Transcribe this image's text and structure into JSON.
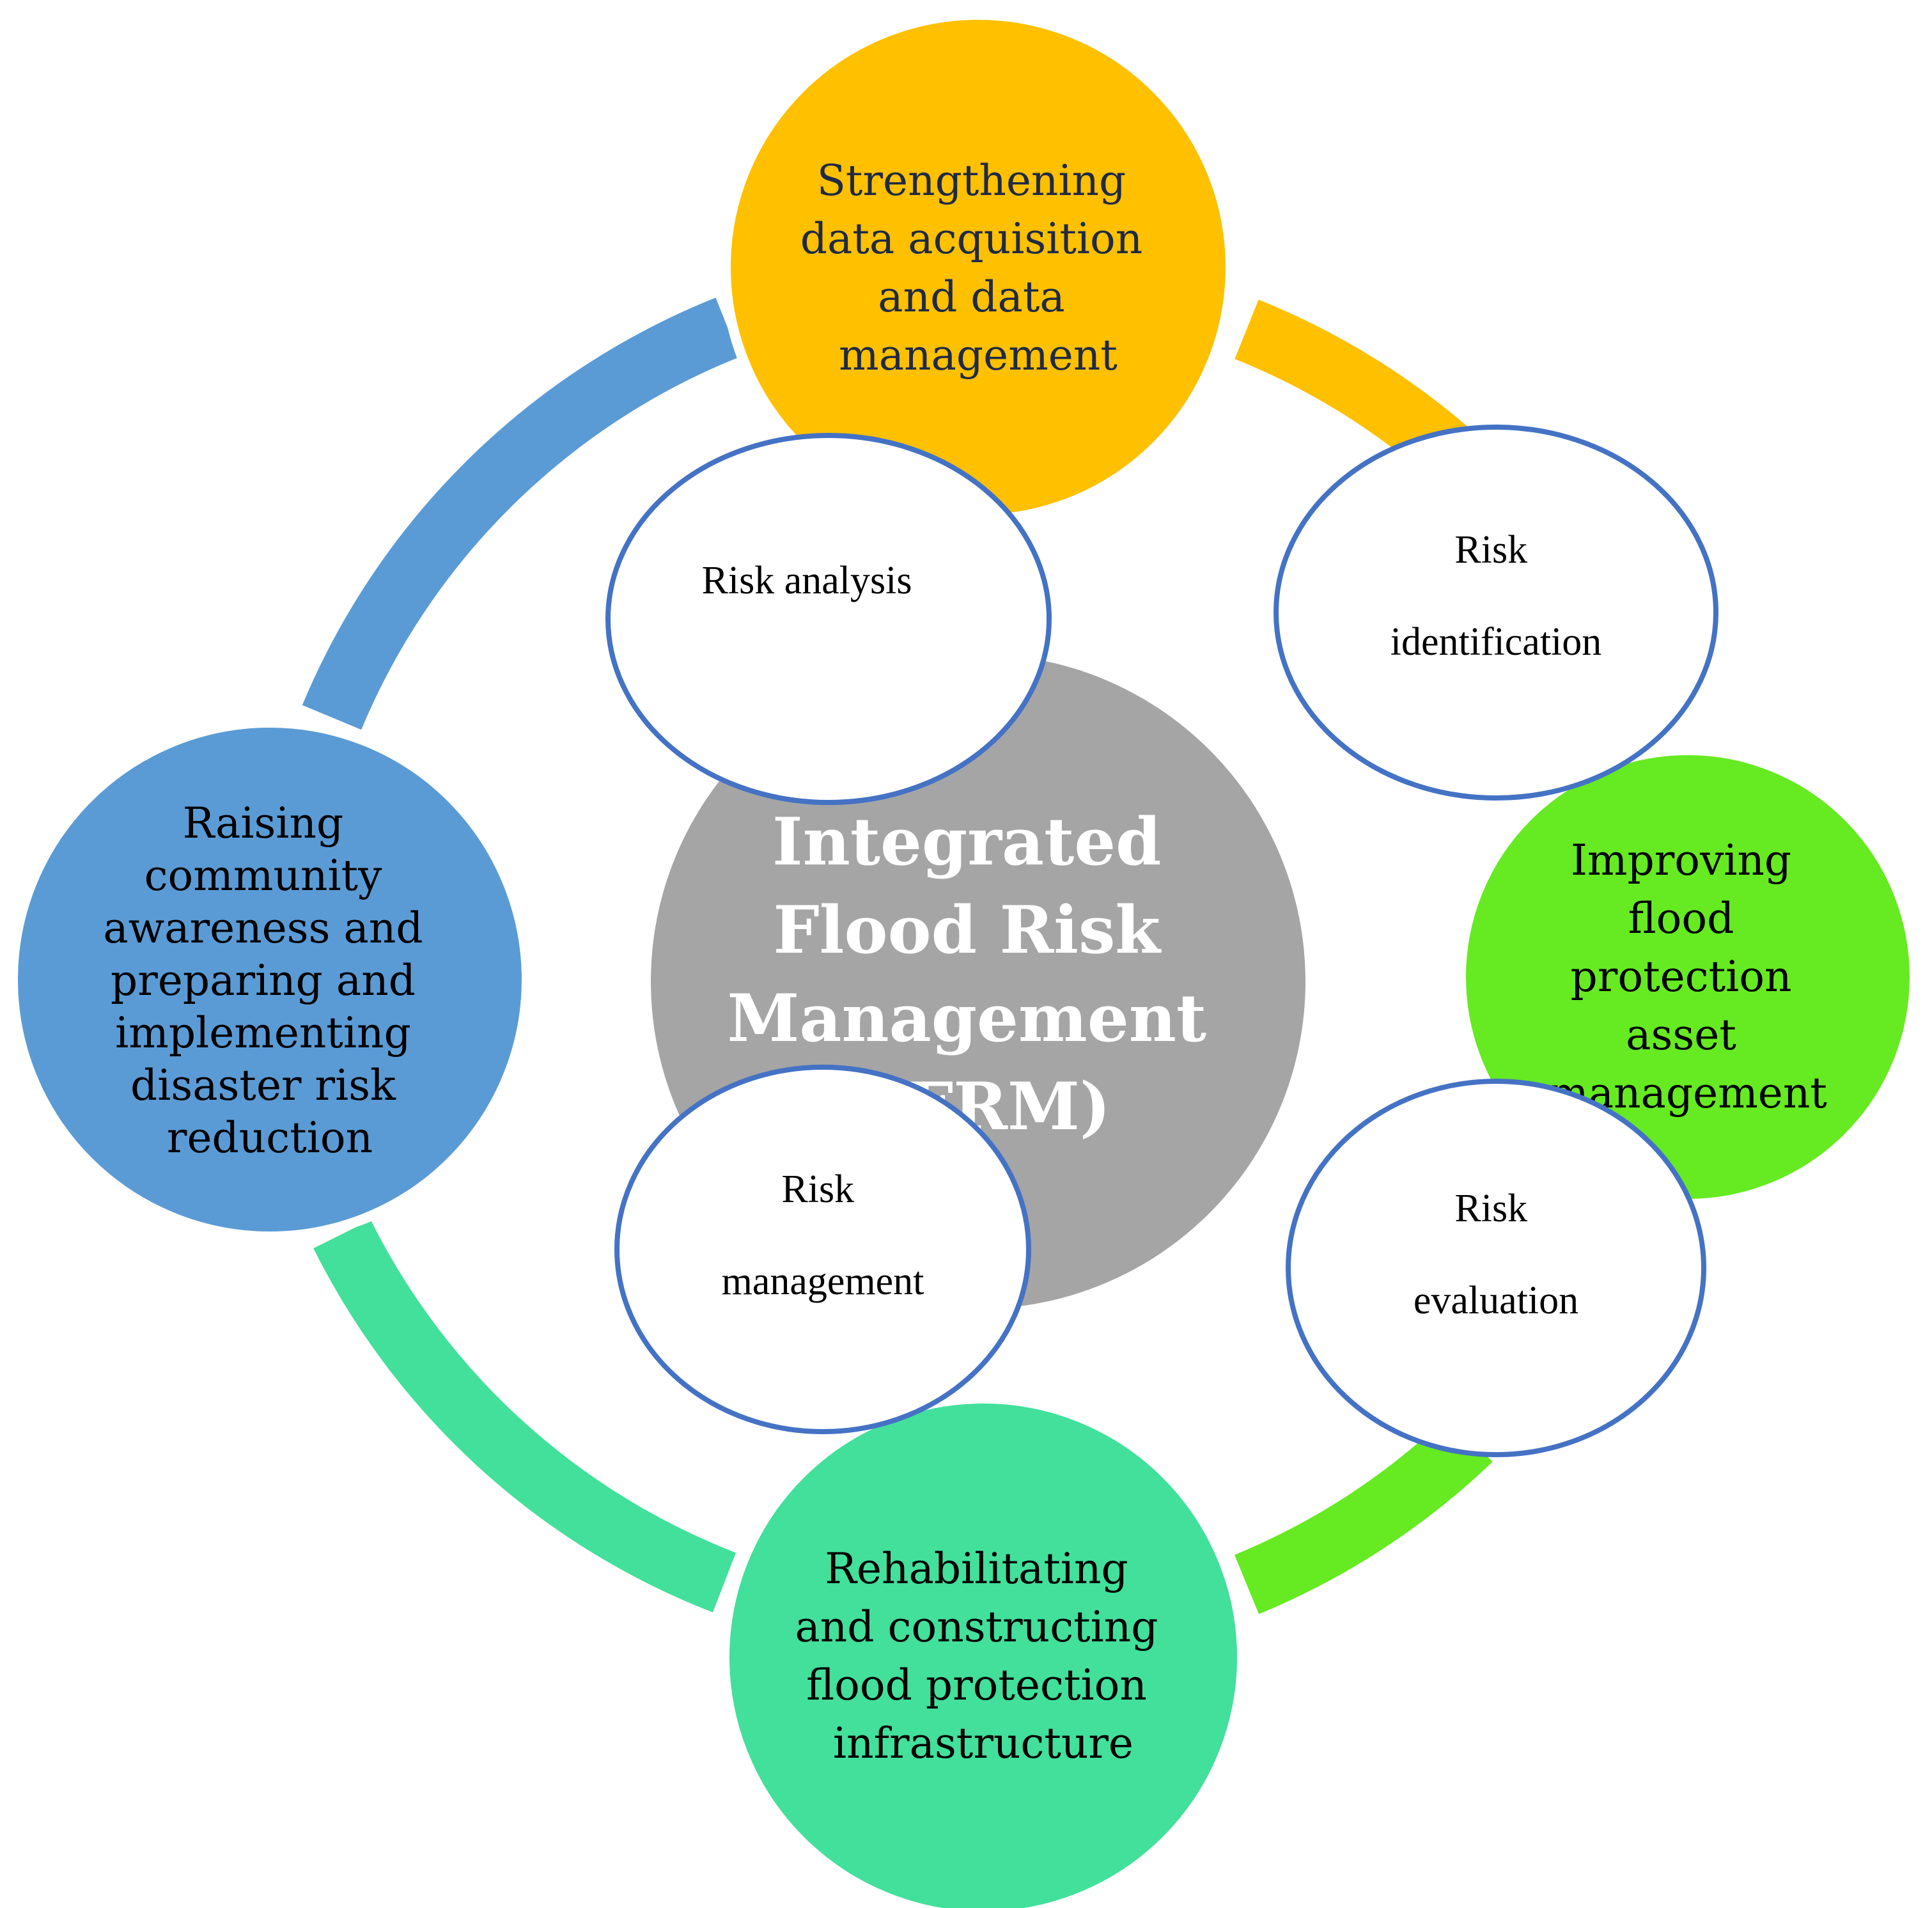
{
  "center": {
    "lines": [
      "Integrated",
      "Flood Risk",
      "Management",
      "(IFRM)"
    ]
  },
  "outer_nodes": [
    {
      "id": "top",
      "lines": [
        "Strengthening",
        "data acquisition",
        "and data",
        "management"
      ]
    },
    {
      "id": "right",
      "lines": [
        "Improving",
        "flood",
        "protection",
        "asset",
        "management"
      ]
    },
    {
      "id": "bottom",
      "lines": [
        "Rehabilitating",
        "and constructing",
        "flood protection",
        "infrastructure"
      ]
    },
    {
      "id": "left",
      "lines": [
        "Raising",
        "community",
        "awareness and",
        "preparing and",
        "implementing",
        "disaster risk",
        "reduction"
      ]
    }
  ],
  "inner_nodes": [
    {
      "id": "analysis",
      "lines": [
        "Risk analysis"
      ]
    },
    {
      "id": "identification",
      "lines": [
        "Risk",
        "identification"
      ]
    },
    {
      "id": "management",
      "lines": [
        "Risk",
        "management"
      ]
    },
    {
      "id": "evaluation",
      "lines": [
        "Risk",
        "evaluation"
      ]
    }
  ],
  "colors": {
    "center_fill": "#a5a5a5",
    "top_fill": "#ffc000",
    "right_fill": "#66ea22",
    "bottom_fill": "#42e09b",
    "left_fill": "#5b9bd5",
    "ellipse_stroke": "#4472c4",
    "outer_text_dark": "#1f2a44",
    "outer_text_black": "#000000"
  }
}
